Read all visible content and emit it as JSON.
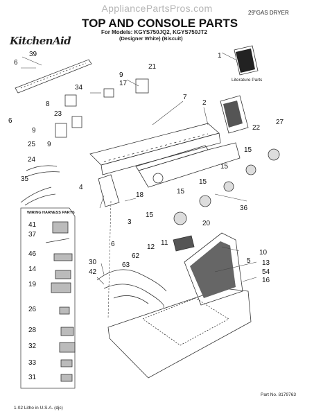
{
  "watermark": "AppliancePartsPros.com",
  "header": {
    "title": "TOP AND CONSOLE PARTS",
    "models": "For Models: KGYS750JQ2, KGYS750JT2",
    "variants": "(Designer White)  (Biscuit)",
    "product": "29\"GAS DRYER",
    "brand": "KitchenAid"
  },
  "labels": {
    "literature": "Literature Parts",
    "wiring_harness": "WIRING HARNESS PARTS",
    "part_no": "Part No. 8179763",
    "litho": "1-02 Litho in U.S.A. (djc)"
  },
  "callouts": [
    "39",
    "1",
    "6",
    "9",
    "21",
    "34",
    "17",
    "7",
    "8",
    "2",
    "23",
    "6",
    "22",
    "27",
    "9",
    "25",
    "9",
    "15",
    "24",
    "15",
    "15",
    "4",
    "15",
    "18",
    "35",
    "36",
    "15",
    "3",
    "20",
    "41",
    "37",
    "6",
    "11",
    "12",
    "10",
    "46",
    "62",
    "5",
    "63",
    "13",
    "14",
    "30",
    "54",
    "42",
    "16",
    "19",
    "26",
    "28",
    "32",
    "33",
    "31"
  ]
}
